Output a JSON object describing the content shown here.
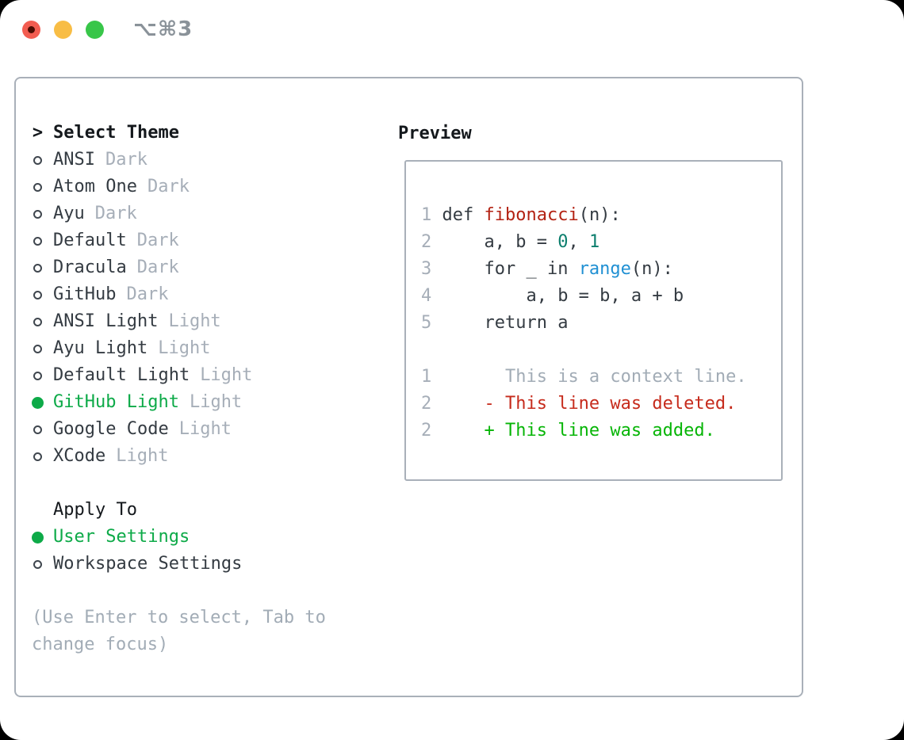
{
  "window": {
    "title": "⌥⌘3"
  },
  "colors": {
    "accent_green": "#0daa48",
    "diff_added_green": "#07b507",
    "diff_deleted_red": "#c62b1c",
    "syntax_function_red": "#b32213",
    "syntax_number_teal": "#0c7e6d",
    "syntax_builtin_blue": "#2090d3",
    "muted_gray": "#a6aeb8",
    "text_dark": "#343b42",
    "panel_border": "#a9b0b9",
    "traffic_red": "#f25d51",
    "traffic_yellow": "#f8bd45",
    "traffic_green": "#38c649"
  },
  "theme_list": {
    "prompt": ">",
    "title": "Select Theme",
    "items": [
      {
        "name": "ANSI",
        "variant": "Dark",
        "selected": false
      },
      {
        "name": "Atom One",
        "variant": "Dark",
        "selected": false
      },
      {
        "name": "Ayu",
        "variant": "Dark",
        "selected": false
      },
      {
        "name": "Default",
        "variant": "Dark",
        "selected": false
      },
      {
        "name": "Dracula",
        "variant": "Dark",
        "selected": false
      },
      {
        "name": "GitHub",
        "variant": "Dark",
        "selected": false
      },
      {
        "name": "ANSI Light",
        "variant": "Light",
        "selected": false
      },
      {
        "name": "Ayu Light",
        "variant": "Light",
        "selected": false
      },
      {
        "name": "Default Light",
        "variant": "Light",
        "selected": false
      },
      {
        "name": "GitHub Light",
        "variant": "Light",
        "selected": true
      },
      {
        "name": "Google Code",
        "variant": "Light",
        "selected": false
      },
      {
        "name": "XCode",
        "variant": "Light",
        "selected": false
      }
    ]
  },
  "apply_to": {
    "title": "Apply To",
    "items": [
      {
        "name": "User Settings",
        "selected": true
      },
      {
        "name": "Workspace Settings",
        "selected": false
      }
    ]
  },
  "footer": {
    "hint": "(Use Enter to select, Tab to change focus)"
  },
  "preview": {
    "title": "Preview",
    "code_lines": [
      {
        "num": "1",
        "segments": [
          {
            "t": "def ",
            "c": "c-code"
          },
          {
            "t": "fibonacci",
            "c": "c-red"
          },
          {
            "t": "(n):",
            "c": "c-code"
          }
        ]
      },
      {
        "num": "2",
        "segments": [
          {
            "t": "    a, b = ",
            "c": "c-code"
          },
          {
            "t": "0",
            "c": "c-teal"
          },
          {
            "t": ", ",
            "c": "c-code"
          },
          {
            "t": "1",
            "c": "c-teal"
          }
        ]
      },
      {
        "num": "3",
        "segments": [
          {
            "t": "    for _ in ",
            "c": "c-code"
          },
          {
            "t": "range",
            "c": "c-blue"
          },
          {
            "t": "(n):",
            "c": "c-code"
          }
        ]
      },
      {
        "num": "4",
        "segments": [
          {
            "t": "        a, b = b, a + b",
            "c": "c-code"
          }
        ]
      },
      {
        "num": "5",
        "segments": [
          {
            "t": "    return a",
            "c": "c-code"
          }
        ]
      },
      {
        "num": "",
        "segments": []
      },
      {
        "num": "1",
        "segments": [
          {
            "t": "      This is a context line.",
            "c": "c-gray"
          }
        ]
      },
      {
        "num": "2",
        "segments": [
          {
            "t": "    - This line was deleted.",
            "c": "c-del"
          }
        ]
      },
      {
        "num": "2",
        "segments": [
          {
            "t": "    + This line was added.",
            "c": "c-add"
          }
        ]
      }
    ]
  }
}
